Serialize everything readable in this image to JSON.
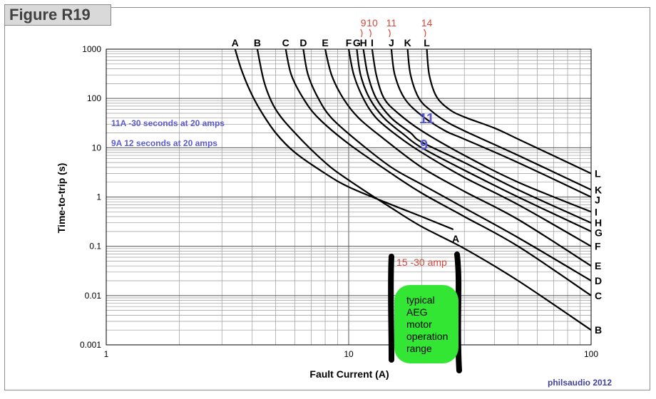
{
  "figure_label": "Figure R19",
  "credit": "philsaudio 2012",
  "colors": {
    "curve": "#000000",
    "annotation_red": "#d9463a",
    "annotation_blue": "#5a5ad0",
    "operating_region": "#33e633",
    "grid": "#9a9a9a"
  },
  "chart_data": {
    "type": "line",
    "title": "",
    "xlabel": "Fault Current (A)",
    "ylabel": "Time-to-trip (s)",
    "xscale": "log",
    "yscale": "log",
    "xlim": [
      1,
      100
    ],
    "ylim": [
      0.001,
      1000
    ],
    "grid": true,
    "xticks": [
      1,
      10,
      100
    ],
    "xtick_labels": [
      "1",
      "10",
      "100"
    ],
    "yticks": [
      0.001,
      0.01,
      0.1,
      1,
      10,
      100,
      1000
    ],
    "ytick_labels": [
      "0.001",
      "0.01",
      "0.1",
      "1",
      "10",
      "100",
      "1000"
    ],
    "series": [
      {
        "name": "A",
        "x": [
          3.4,
          3.6,
          3.9,
          4.3,
          5,
          6,
          8,
          10,
          14,
          20,
          27
        ],
        "y": [
          1000,
          400,
          150,
          60,
          20,
          8,
          3,
          1.6,
          0.8,
          0.4,
          0.22
        ]
      },
      {
        "name": "B",
        "x": [
          4.2,
          4.5,
          5,
          6,
          8,
          10,
          15,
          20,
          30,
          50,
          100
        ],
        "y": [
          1000,
          200,
          60,
          20,
          5,
          2.2,
          0.6,
          0.25,
          0.09,
          0.02,
          0.002
        ]
      },
      {
        "name": "C",
        "x": [
          5.5,
          5.8,
          6.5,
          7.5,
          10,
          15,
          20,
          30,
          50,
          100
        ],
        "y": [
          1000,
          300,
          100,
          40,
          12,
          3,
          1.2,
          0.4,
          0.1,
          0.01
        ]
      },
      {
        "name": "D",
        "x": [
          6.5,
          6.8,
          7.5,
          8.5,
          11,
          15,
          20,
          30,
          50,
          100
        ],
        "y": [
          1000,
          300,
          100,
          40,
          13,
          4,
          1.8,
          0.6,
          0.15,
          0.02
        ]
      },
      {
        "name": "E",
        "x": [
          8,
          8.5,
          9.5,
          11,
          14,
          20,
          30,
          50,
          100
        ],
        "y": [
          1000,
          300,
          100,
          40,
          15,
          4,
          1.3,
          0.35,
          0.04
        ]
      },
      {
        "name": "F",
        "x": [
          10,
          10.5,
          11.5,
          13,
          16,
          20,
          30,
          50,
          100
        ],
        "y": [
          1000,
          300,
          100,
          40,
          17,
          8,
          2.5,
          0.7,
          0.1
        ]
      },
      {
        "name": "G",
        "x": [
          10.8,
          11.2,
          12.2,
          14,
          17,
          20,
          30,
          50,
          100
        ],
        "y": [
          1000,
          300,
          100,
          40,
          18,
          10,
          3.5,
          1,
          0.2
        ]
      },
      {
        "name": "H",
        "x": [
          11.5,
          12,
          13,
          15,
          18,
          20,
          30,
          50,
          100
        ],
        "y": [
          1000,
          300,
          100,
          40,
          20,
          13,
          5,
          1.4,
          0.3
        ]
      },
      {
        "name": "I",
        "x": [
          12.5,
          13,
          14,
          16,
          20,
          30,
          50,
          100
        ],
        "y": [
          1000,
          300,
          100,
          50,
          22,
          7,
          2,
          0.5
        ]
      },
      {
        "name": "J",
        "x": [
          15,
          15.5,
          17,
          20,
          25,
          30,
          50,
          100
        ],
        "y": [
          1000,
          300,
          100,
          45,
          22,
          15,
          5,
          1
        ]
      },
      {
        "name": "K",
        "x": [
          17.5,
          18,
          19.5,
          22,
          25,
          30,
          50,
          100
        ],
        "y": [
          1000,
          300,
          100,
          55,
          35,
          22,
          7,
          1.4
        ]
      },
      {
        "name": "L",
        "x": [
          21,
          21.5,
          23,
          26,
          30,
          40,
          50,
          100
        ],
        "y": [
          1000,
          300,
          110,
          60,
          42,
          25,
          15,
          3
        ]
      }
    ]
  },
  "annotations": {
    "top_numbers": [
      {
        "text": "9",
        "curve": "H"
      },
      {
        "text": "10",
        "curve": "I"
      },
      {
        "text": "11",
        "curve": "J"
      },
      {
        "text": "14",
        "curve": "L"
      }
    ],
    "curve_mark_11": "11",
    "curve_mark_9": "9",
    "note_11a": "11A -30 seconds at 20 amps",
    "note_9a": "9A    12 seconds at 20 amps",
    "range_label": "15 -30 amp",
    "a_callout": "A",
    "region_text": "typical\nAEG\nmotor\noperation\nrange",
    "region_lines": [
      "typical",
      "AEG",
      "motor",
      "operation",
      "range"
    ]
  }
}
